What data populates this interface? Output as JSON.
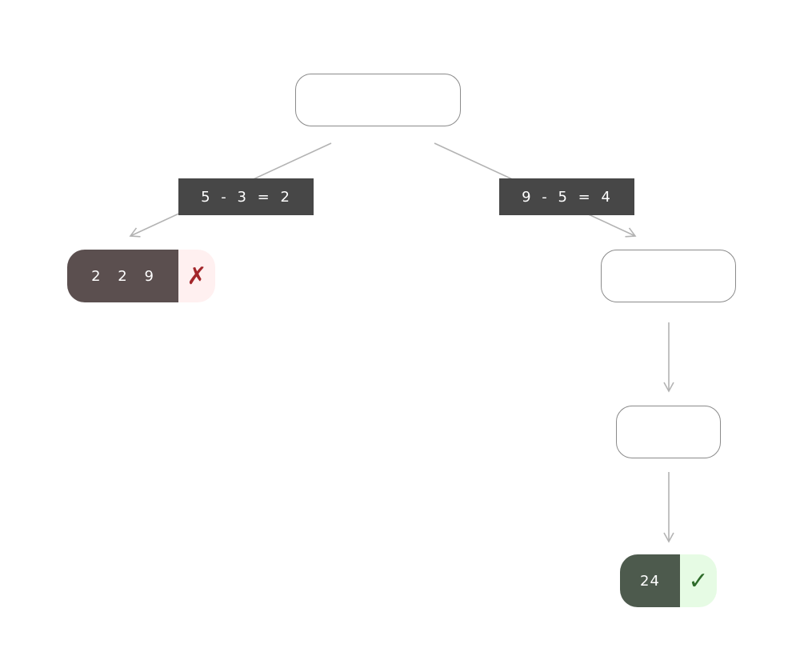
{
  "edges": [
    {
      "label": "5 - 3 = 2"
    },
    {
      "label": "9 - 5 = 4"
    },
    {
      "label": ""
    },
    {
      "label": ""
    }
  ],
  "leaves": {
    "failed": {
      "values": "2 2 9",
      "mark": "✗",
      "mark_icon": "x-mark-icon",
      "bg": "#5b4f4f",
      "mark_bg": "#fff0f0",
      "mark_color": "#a3262a"
    },
    "success": {
      "values": "24",
      "mark": "✓",
      "mark_icon": "check-mark-icon",
      "bg": "#4d5a4d",
      "mark_bg": "#e6fbe4",
      "mark_color": "#2e6b2a"
    }
  },
  "colors": {
    "edge": "#b3b3b3",
    "label_bg": "#474747",
    "node_border": "#8a8a8a"
  }
}
